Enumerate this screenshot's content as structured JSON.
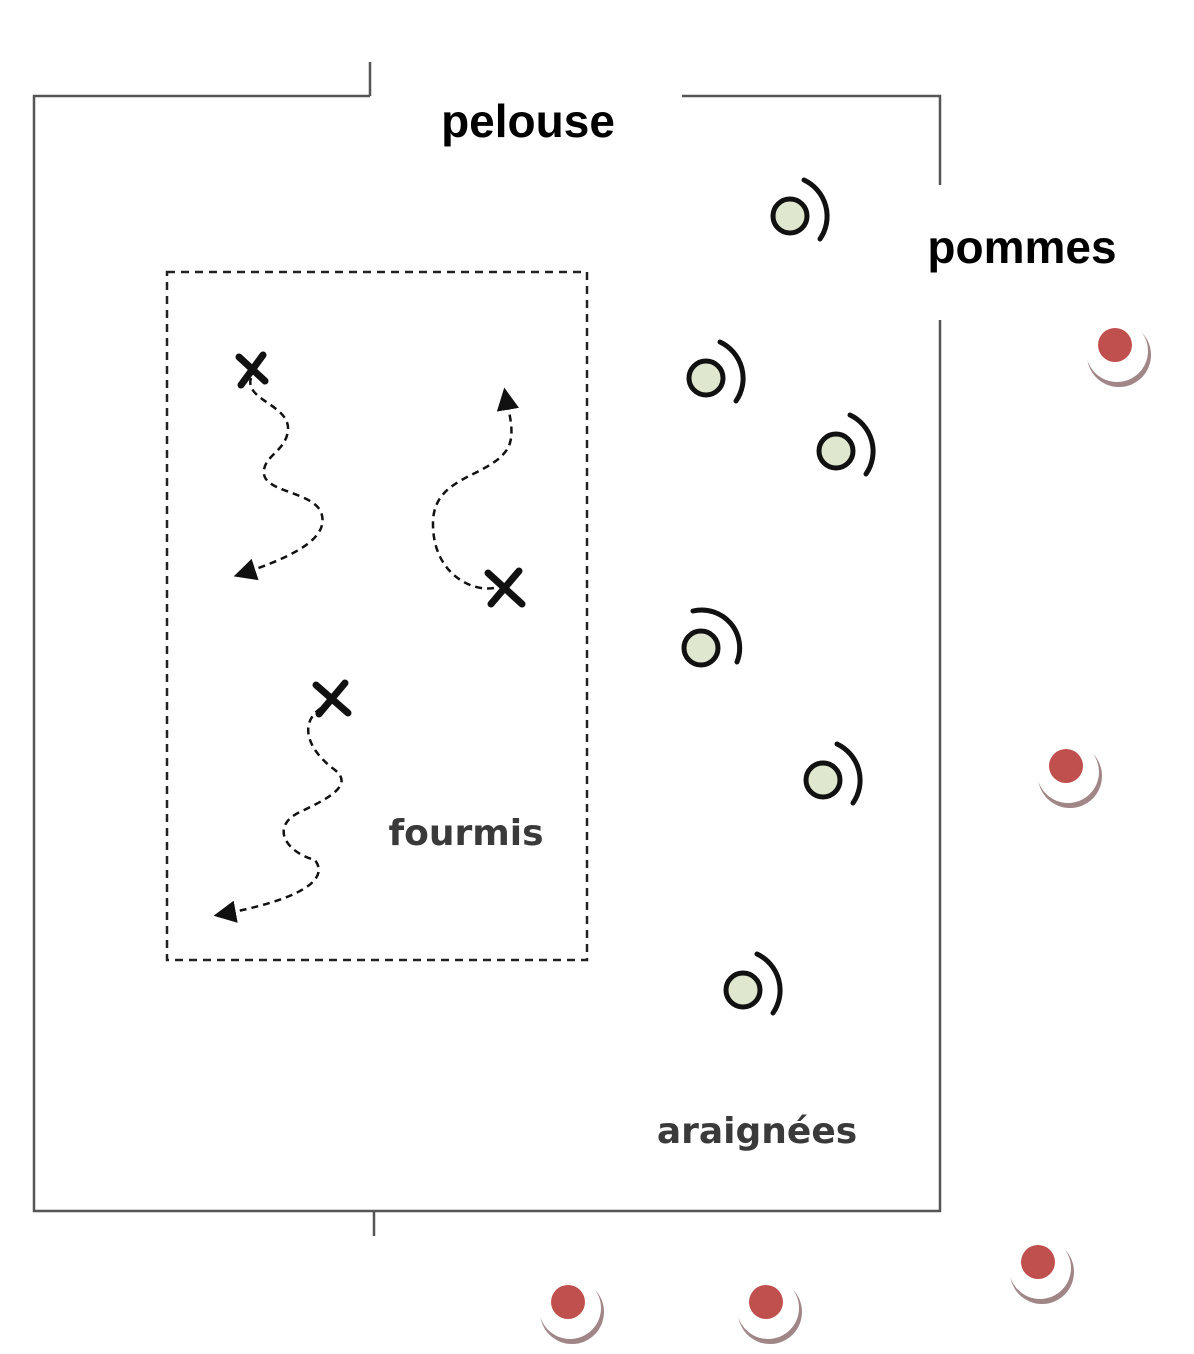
{
  "labels": {
    "lawn": "pelouse",
    "apples": "pommes",
    "ants": "fourmis",
    "spiders": "araignées"
  },
  "colors": {
    "line": "#555555",
    "spider_fill": "#dfe7cf",
    "apple_red": "#c0504d",
    "apple_rim": "#9e8585"
  },
  "icons": {
    "ant_marker": "x-mark-icon",
    "ant_path": "dashed-arrow-path",
    "spider": "spider-web-icon",
    "apple": "apple-dot-icon"
  }
}
